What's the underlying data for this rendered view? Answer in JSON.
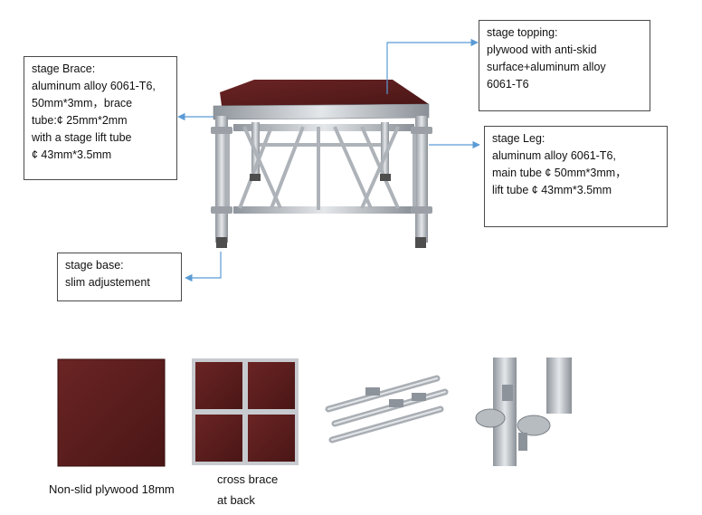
{
  "callouts": {
    "brace": {
      "lines": [
        "stage Brace:",
        "aluminum alloy 6061-T6,",
        "50mm*3mm，brace",
        "tube:¢ 25mm*2mm",
        "with a stage lift tube",
        "¢ 43mm*3.5mm"
      ]
    },
    "topping": {
      "lines": [
        "stage topping:",
        "plywood with anti-skid",
        "surface+aluminum alloy",
        "6061-T6"
      ]
    },
    "leg": {
      "lines": [
        "stage Leg:",
        "aluminum alloy 6061-T6,",
        "main tube ¢ 50mm*3mm，",
        "lift tube ¢ 43mm*3.5mm"
      ]
    },
    "base": {
      "lines": [
        "stage base:",
        "slim adjustement"
      ]
    }
  },
  "captions": {
    "plywood": "Non-slid plywood 18mm",
    "cross_brace_1": "cross brace",
    "cross_brace_2": "at back"
  },
  "colors": {
    "arrow": "#5b9bd5",
    "plywood": "#5a1c1c",
    "aluminum": "#b8bcc2"
  }
}
